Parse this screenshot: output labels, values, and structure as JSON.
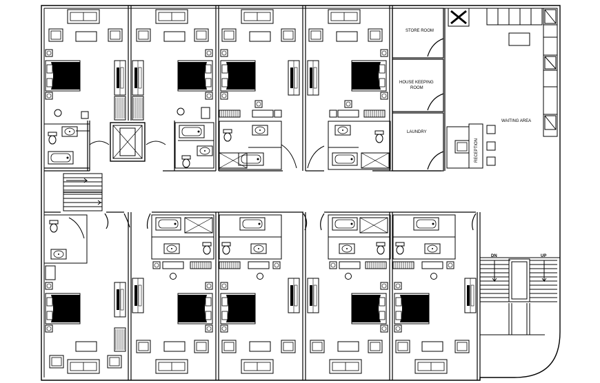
{
  "labels": {
    "store_room": "STORE ROOM",
    "housekeeping_line1": "HOUSE KEEPING",
    "housekeeping_line2": "ROOM",
    "laundry": "LAUNDRY",
    "waiting_area": "WAITING AREA",
    "reception": "RECEPTION",
    "stair_down": "DN",
    "stair_up": "UP"
  }
}
